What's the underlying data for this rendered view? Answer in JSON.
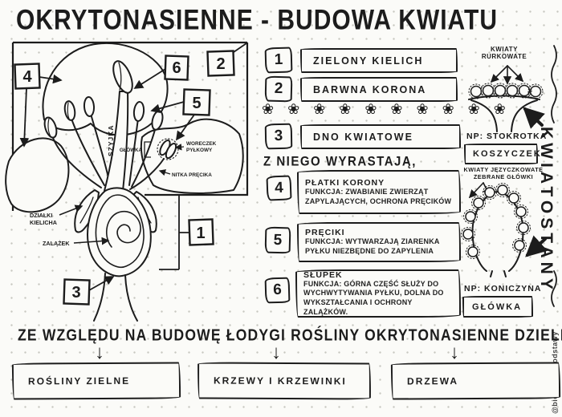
{
  "title": "OKRYTONASIENNE - BUDOWA KWIATU",
  "icons": {
    "arrow_down": "↓"
  },
  "diagram": {
    "numbers": {
      "n1": "1",
      "n2": "2",
      "n3": "3",
      "n4": "4",
      "n5": "5",
      "n6": "6"
    },
    "labels": {
      "szyjka": "SZYJKA",
      "glowka": "GŁÓWKA",
      "woreczek1": "WORECZEK",
      "woreczek2": "PYŁKOWY",
      "nitka": "NITKA PRĘCIKA",
      "dzialki1": "DZIAŁKI",
      "dzialki2": "KIELICHA",
      "zalazek": "ZALĄŻEK"
    }
  },
  "legend": {
    "items": [
      {
        "num": "1",
        "label": "ZIELONY KIELICH"
      },
      {
        "num": "2",
        "label": "BARWNA KORONA"
      },
      {
        "num": "3",
        "label": "DNO KWIATOWE"
      }
    ],
    "flower_row": "❀ ❀ ❀ ❀ ❀ ❀ ❀ ❀ ❀ ❀",
    "subheading": "Z NIEGO WYRASTAJĄ,",
    "parts": [
      {
        "num": "4",
        "title": "PŁATKI KORONY",
        "desc": "FUNKCJA: ZWABIANIE ZWIERZĄT ZAPYLAJĄCYCH, OCHRONA PRĘCIKÓW"
      },
      {
        "num": "5",
        "title": "PRĘCIKI",
        "desc": "FUNKCJA: WYTWARZAJĄ ZIARENKA PYŁKU NIEZBĘDNE DO ZAPYLENIA"
      },
      {
        "num": "6",
        "title": "SŁUPEK",
        "desc": "FUNKCJA: GÓRNA CZĘŚĆ SŁUŻY DO WYCHWYTYWANIA PYŁKU, DOLNA DO WYKSZTAŁCANIA I OCHRONY ZALĄŻKÓW."
      }
    ]
  },
  "kwiatostany": {
    "vertical_title": "KWIATOSTANY",
    "top": {
      "caption1": "KWIATY",
      "caption2": "RURKOWATE",
      "example": "NP: STOKROTKA",
      "name": "KOSZYCZEK"
    },
    "bottom": {
      "caption1": "KWIATY JĘZYCZKOWATE",
      "caption2": "ZEBRANE GŁÓWKI",
      "example": "NP: KONICZYNA",
      "name": "GŁÓWKA"
    }
  },
  "division": {
    "heading": "ZE WZGLĘDU NA BUDOWĘ ŁODYGI ROŚLINY OKRYTONASIENNE DZIELIMY:",
    "categories": [
      {
        "label": "ROŚLINY ZIELNE"
      },
      {
        "label": "KRZEWY I KRZEWINKI"
      },
      {
        "label": "DRZEWA"
      }
    ]
  },
  "credit": "@biologia - podstawy"
}
